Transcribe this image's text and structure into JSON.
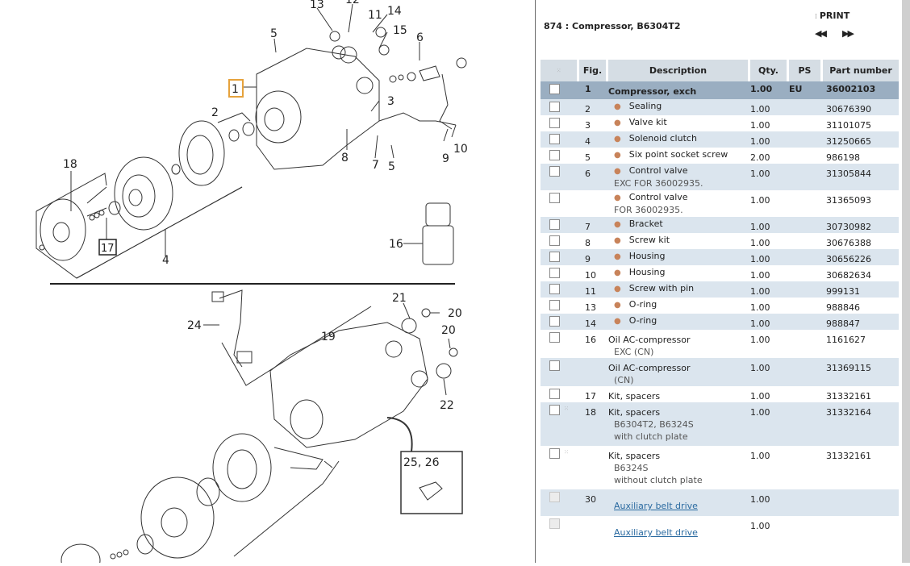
{
  "header": {
    "title": "874 : Compressor, B6304T2",
    "print_label": "PRINT",
    "prev_label": "◀◀",
    "next_label": "▶▶"
  },
  "table": {
    "columns": [
      "",
      "Fig.",
      "Description",
      "Qty.",
      "PS",
      "Part number"
    ],
    "rows": [
      {
        "fig": "1",
        "desc": "Compressor, exch",
        "bullet": false,
        "qty": "1.00",
        "ps": "EU",
        "pn": "36002103",
        "selected": true
      },
      {
        "fig": "2",
        "desc": "Sealing",
        "bullet": true,
        "qty": "1.00",
        "ps": "",
        "pn": "30676390"
      },
      {
        "fig": "3",
        "desc": "Valve kit",
        "bullet": true,
        "qty": "1.00",
        "ps": "",
        "pn": "31101075"
      },
      {
        "fig": "4",
        "desc": "Solenoid clutch",
        "bullet": true,
        "qty": "1.00",
        "ps": "",
        "pn": "31250665"
      },
      {
        "fig": "5",
        "desc": "Six point socket screw",
        "bullet": true,
        "qty": "2.00",
        "ps": "",
        "pn": "986198"
      },
      {
        "fig": "6",
        "desc": "Control valve",
        "note": "EXC FOR 36002935.",
        "bullet": true,
        "qty": "1.00",
        "ps": "",
        "pn": "31305844"
      },
      {
        "fig": "",
        "desc": "Control valve",
        "note": "FOR 36002935.",
        "bullet": true,
        "qty": "1.00",
        "ps": "",
        "pn": "31365093"
      },
      {
        "fig": "7",
        "desc": "Bracket",
        "bullet": true,
        "qty": "1.00",
        "ps": "",
        "pn": "30730982"
      },
      {
        "fig": "8",
        "desc": "Screw kit",
        "bullet": true,
        "qty": "1.00",
        "ps": "",
        "pn": "30676388"
      },
      {
        "fig": "9",
        "desc": "Housing",
        "bullet": true,
        "qty": "1.00",
        "ps": "",
        "pn": "30656226"
      },
      {
        "fig": "10",
        "desc": "Housing",
        "bullet": true,
        "qty": "1.00",
        "ps": "",
        "pn": "30682634"
      },
      {
        "fig": "11",
        "desc": "Screw with pin",
        "bullet": true,
        "qty": "1.00",
        "ps": "",
        "pn": "999131"
      },
      {
        "fig": "13",
        "desc": "O-ring",
        "bullet": true,
        "qty": "1.00",
        "ps": "",
        "pn": "988846"
      },
      {
        "fig": "14",
        "desc": "O-ring",
        "bullet": true,
        "qty": "1.00",
        "ps": "",
        "pn": "988847"
      },
      {
        "fig": "16",
        "desc": "Oil AC-compressor",
        "note": "EXC (CN)",
        "bullet": false,
        "qty": "1.00",
        "ps": "",
        "pn": "1161627"
      },
      {
        "fig": "",
        "desc": "Oil AC-compressor",
        "note": "(CN)",
        "bullet": false,
        "qty": "1.00",
        "ps": "",
        "pn": "31369115"
      },
      {
        "fig": "17",
        "desc": "Kit, spacers",
        "bullet": false,
        "qty": "1.00",
        "ps": "",
        "pn": "31332161"
      },
      {
        "fig": "18",
        "desc": "Kit, spacers",
        "note": "B6304T2, B6324S",
        "note2": "with clutch plate",
        "bullet": false,
        "qty": "1.00",
        "ps": "",
        "pn": "31332164",
        "info": true
      },
      {
        "fig": "",
        "desc": "Kit, spacers",
        "note": "B6324S",
        "note2": "without clutch plate",
        "bullet": false,
        "qty": "1.00",
        "ps": "",
        "pn": "31332161",
        "info": true
      },
      {
        "fig": "30",
        "desc": "",
        "link": "Auxiliary belt drive",
        "bullet": false,
        "qty": "1.00",
        "ps": "",
        "pn": "",
        "disabled": true
      },
      {
        "fig": "",
        "desc": "",
        "link": "Auxiliary belt drive",
        "bullet": false,
        "qty": "1.00",
        "ps": "",
        "pn": "",
        "disabled": true
      }
    ]
  },
  "diagram": {
    "callouts": [
      "1",
      "2",
      "3",
      "4",
      "5",
      "5",
      "6",
      "7",
      "8",
      "9",
      "10",
      "11",
      "12",
      "13",
      "14",
      "15",
      "16",
      "17",
      "18",
      "19",
      "20",
      "20",
      "21",
      "22",
      "24",
      "25, 26"
    ],
    "highlighted_callout": "1"
  },
  "colors": {
    "header_bg": "#d5dde4",
    "row_alt_bg": "#dbe5ee",
    "row_selected_bg": "#9aaec1",
    "bullet": "#c8835a",
    "link": "#2a6aa0",
    "callout_highlight": "#e6a23c"
  }
}
